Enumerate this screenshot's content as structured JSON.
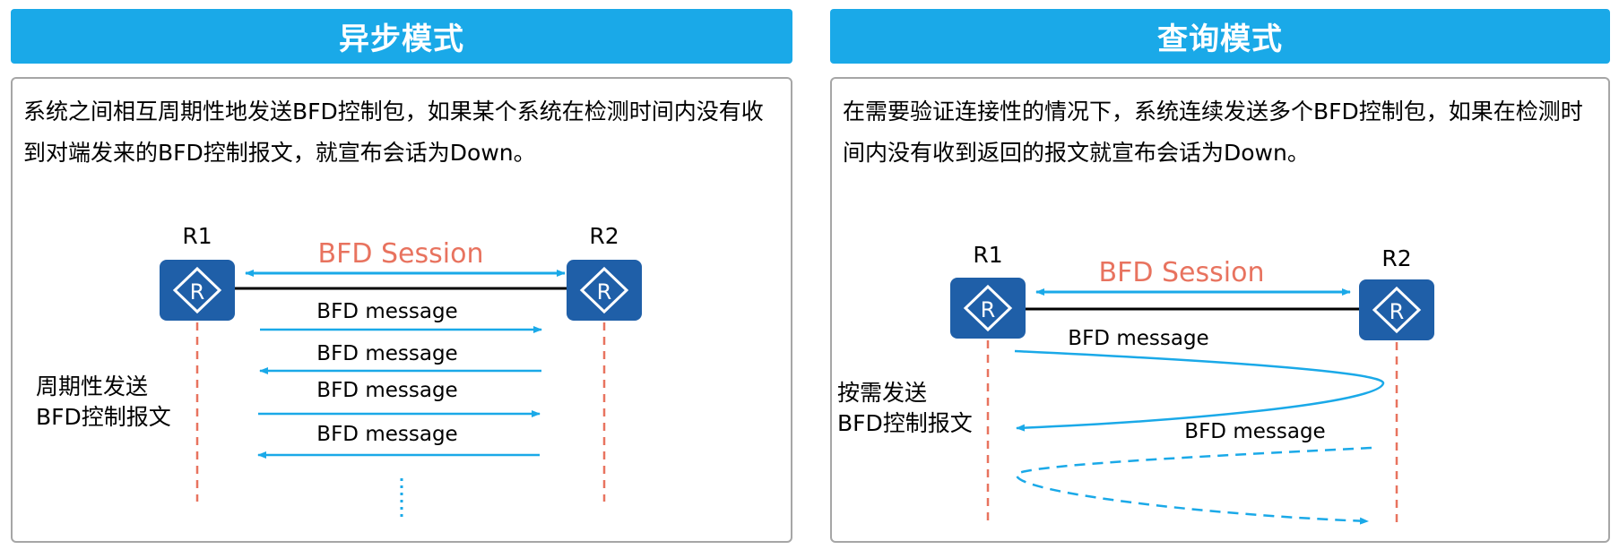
{
  "left_panel": {
    "title": "异步模式",
    "description": "系统之间相互周期性地发送BFD控制包，如果某个系统在检测时间内没有收到对端发来的BFD控制报文，就宣布会话为Down。",
    "router_left": "R1",
    "router_right": "R2",
    "session_label": "BFD Session",
    "messages": [
      "BFD message",
      "BFD message",
      "BFD message",
      "BFD message"
    ],
    "side_note_line1": "周期性发送",
    "side_note_line2": "BFD控制报文"
  },
  "right_panel": {
    "title": "查询模式",
    "description": "在需要验证连接性的情况下，系统连续发送多个BFD控制包，如果在检测时间内没有收到返回的报文就宣布会话为Down。",
    "router_left": "R1",
    "router_right": "R2",
    "session_label": "BFD Session",
    "messages": [
      "BFD message",
      "BFD message"
    ],
    "side_note_line1": "按需发送",
    "side_note_line2": "BFD控制报文"
  },
  "router_glyph": "R",
  "colors": {
    "header_bg": "#1aa9e8",
    "arrow": "#1aa9e8",
    "router_fill": "#1f5fa8",
    "session_label": "#e8735f",
    "lifeline": "#e8735f"
  }
}
